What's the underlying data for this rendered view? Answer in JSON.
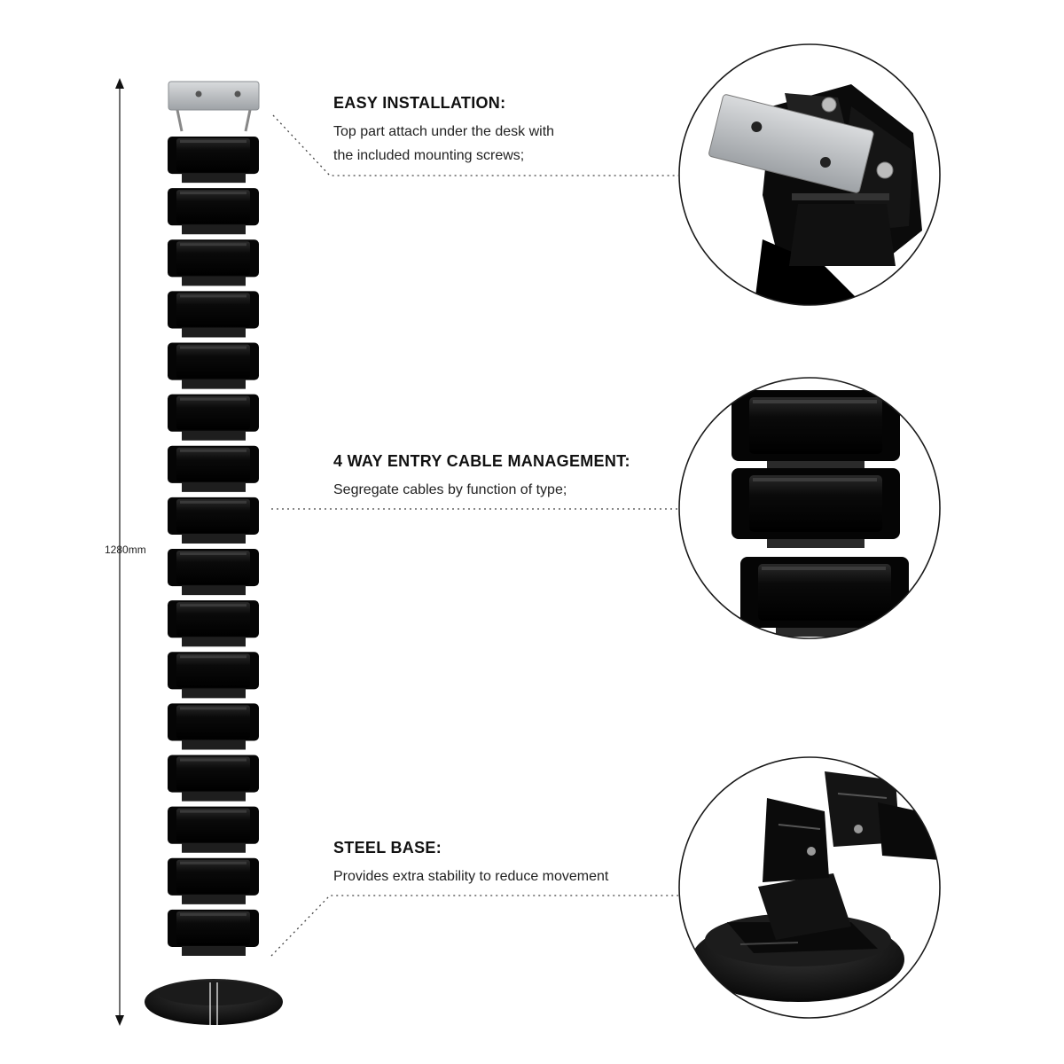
{
  "dimension": {
    "label": "1280mm"
  },
  "features": [
    {
      "title": "EASY INSTALLATION:",
      "lines": [
        "Top part attach under the desk with",
        "the included mounting screws;"
      ]
    },
    {
      "title": "4 WAY ENTRY CABLE MANAGEMENT:",
      "lines": [
        "Segregate cables by function of type;"
      ]
    },
    {
      "title": "STEEL BASE:",
      "lines": [
        "Provides extra stability to reduce movement"
      ]
    }
  ],
  "colors": {
    "segment": "#0d0d0d",
    "bracket": "#b9bbbd",
    "text": "#111111"
  },
  "spine": {
    "segment_count": 16
  }
}
